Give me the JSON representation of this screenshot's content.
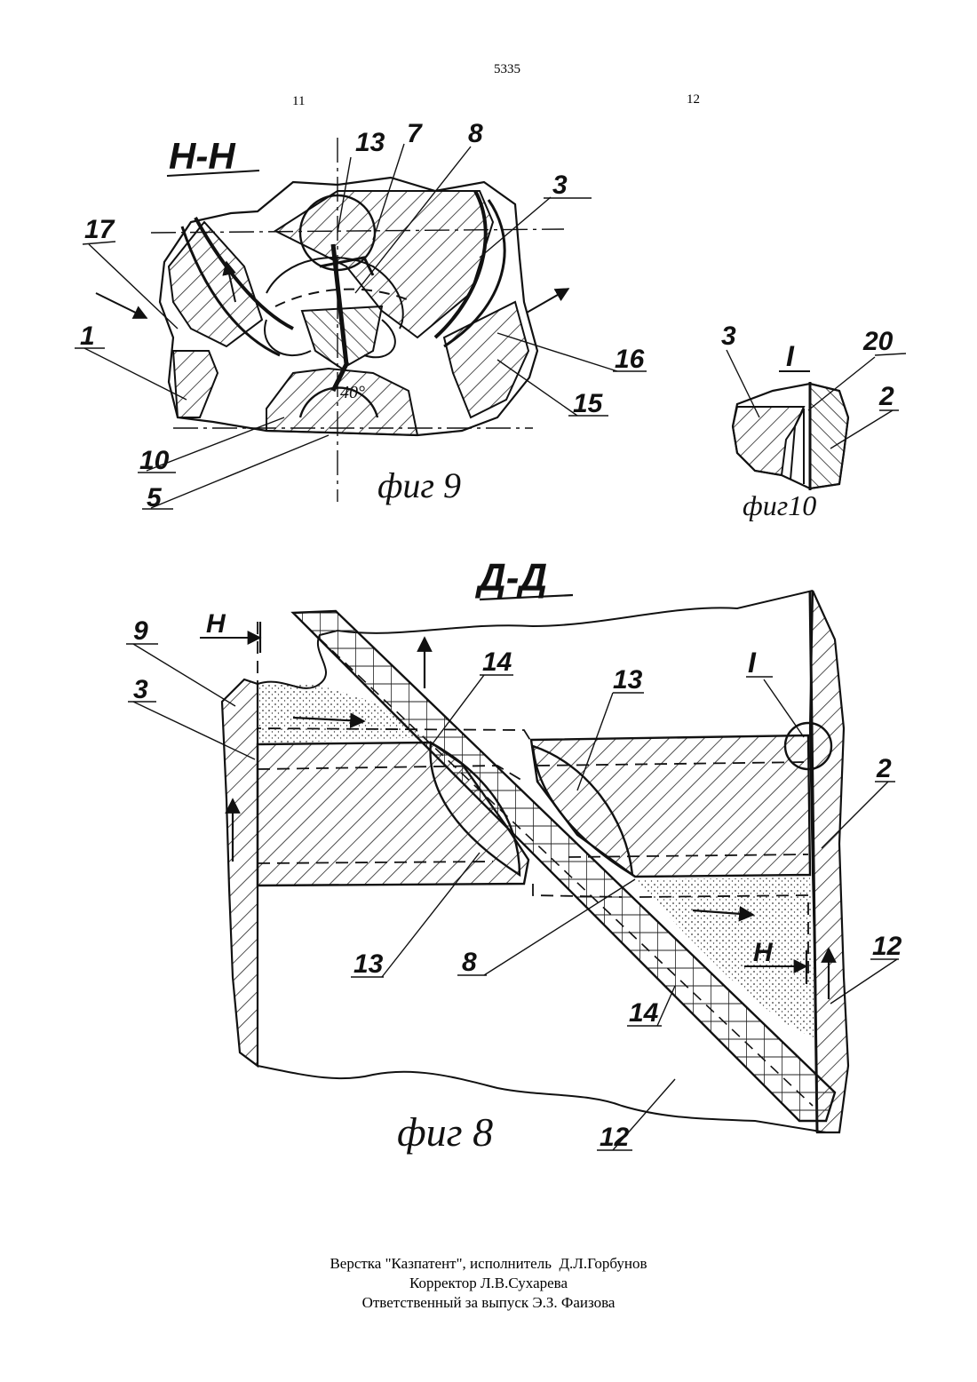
{
  "header": {
    "patent_number": "5335",
    "column_left": "11",
    "column_right": "12"
  },
  "fig9": {
    "section_title": "Н-Н",
    "caption": "фиг 9",
    "angle_label": "40°",
    "callouts": [
      "13",
      "7",
      "8",
      "3",
      "17",
      "1",
      "16",
      "15",
      "10",
      "5"
    ]
  },
  "fig10": {
    "detail_title": "I",
    "caption": "фиг10",
    "callouts": [
      "3",
      "20",
      "2"
    ]
  },
  "fig8": {
    "section_title": "Д-Д",
    "caption": "фиг 8",
    "section_marker": "Н",
    "detail_marker": "I",
    "callouts": [
      "9",
      "3",
      "14",
      "13",
      "2",
      "13",
      "8",
      "14",
      "12",
      "12"
    ]
  },
  "footer": {
    "line1": "Верстка \"Казпатент\", исполнитель  Д.Л.Горбунов",
    "line2": "Корректор Л.В.Сухарева",
    "line3": "Ответственный за выпуск Э.З. Фаизова"
  }
}
